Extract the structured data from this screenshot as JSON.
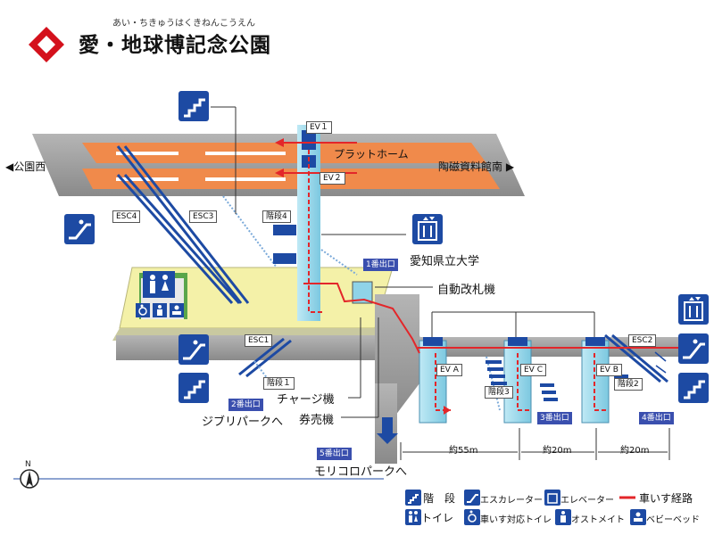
{
  "header": {
    "title": "愛・地球博記念公園",
    "ruby": "あい・ちきゅうはくきねんこうえん"
  },
  "directions": {
    "west": "◀公園西",
    "east": "陶磁資料館南 ▶",
    "platform": "プラットホーム"
  },
  "labels": {
    "university": "愛知県立大学",
    "gates": "自動改札機",
    "charge": "チャージ機",
    "tickets": "券売機",
    "ghibli": "ジブリパークへ",
    "moricoro": "モリコロパークへ"
  },
  "tags": {
    "ev1": "EV１",
    "ev2": "EV２",
    "esc1": "ESC1",
    "esc2": "ESC2",
    "esc3": "ESC3",
    "esc4": "ESC4",
    "stairs1": "階段１",
    "stairs2": "階段2",
    "stairs3": "階段3",
    "stairs4": "階段4",
    "eva": "EV A",
    "evb": "EV B",
    "evc": "EV C"
  },
  "exits": {
    "exit1": "1番出口",
    "exit2": "2番出口",
    "exit3": "3番出口",
    "exit4": "4番出口",
    "exit5": "5番出口"
  },
  "distances": {
    "d1": "約55m",
    "d2": "約20m",
    "d3": "約20m"
  },
  "legend": {
    "stairs": "階　段",
    "escalator": "エスカレーター",
    "elevator": "エレベーター",
    "wheelchair_route": "車いす経路",
    "toilet": "トイレ",
    "accessible_toilet": "車いす対応トイレ",
    "ostomate": "オストメイト",
    "baby_bed": "ベビーベッド"
  },
  "compass": {
    "north": "N"
  },
  "colors": {
    "brand_red": "#d4111c",
    "icon_blue": "#1d4aa3",
    "platform_orange": "#f08a4b",
    "route_red": "#e3262a",
    "concourse_yellow": "#f4f1a8",
    "column_cyan": "#8fd3e8",
    "floor_gray": "#9a9a9a"
  }
}
